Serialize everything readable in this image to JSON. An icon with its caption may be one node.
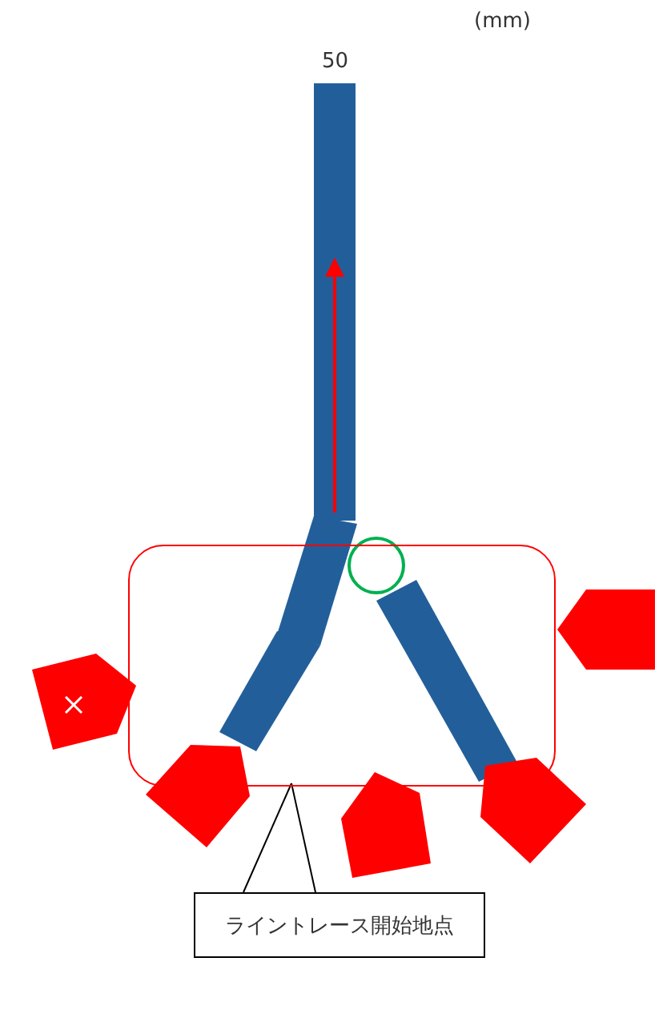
{
  "diagram": {
    "nodes": [
      {
        "text": [
          "ライントレース開始地点"
        ]
      },
      {
        "text": [],
        "shape": "box"
      }
    ],
    "edges": [
      {
        "from": 0,
        "to": 1,
        "arrow": "none"
      }
    ],
    "labels": [
      "(mm)",
      "50"
    ]
  }
}
